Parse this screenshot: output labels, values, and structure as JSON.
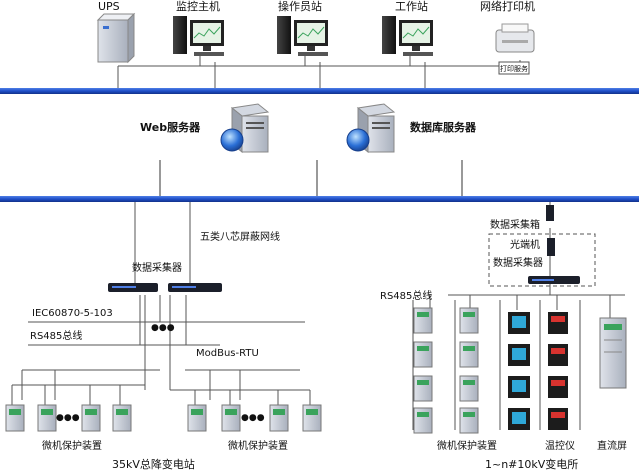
{
  "top_devices": {
    "ups": "UPS",
    "monitor_host": "监控主机",
    "operator_station": "操作员站",
    "workstation": "工作站",
    "network_printer": "网络打印机",
    "printer_tag": "打印服务"
  },
  "servers": {
    "web": "Web服务器",
    "database": "数据库服务器"
  },
  "network": {
    "cable": "五类八芯屏蔽网线",
    "collector": "数据采集器",
    "collector_box": "数据采集箱",
    "optical": "光端机",
    "iec": "IEC60870-5-103",
    "rs485_left": "RS485总线",
    "rs485_right": "RS485总线",
    "modbus": "ModBus-RTU",
    "ellipsis": "●●●"
  },
  "substation_left": {
    "protection_a": "微机保护装置",
    "protection_b": "微机保护装置",
    "title": "35kV总降变电站"
  },
  "substation_right": {
    "protection": "微机保护装置",
    "temp_controller": "温控仪",
    "dc_panel": "直流屏",
    "title": "1~n#10kV变电所"
  },
  "colors": {
    "bus_blue": "#1f4fc9",
    "line_gray": "#5a5a5a",
    "device_gray": "#c7ccd6",
    "screen_green": "#3aa35c",
    "globe_blue": "#2a6fd6"
  }
}
